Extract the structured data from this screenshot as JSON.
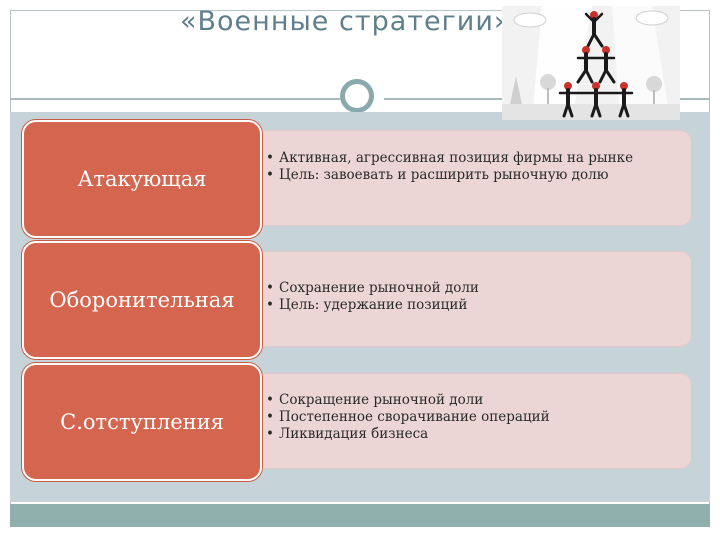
{
  "slide": {
    "title": "«Военные стратегии»",
    "illustration_icon": "human-pyramid-icon"
  },
  "strategies": [
    {
      "label": "Атакующая",
      "points": [
        "Активная, агрессивная позиция фирмы на рынке",
        "Цель: завоевать и расширить рыночную долю"
      ]
    },
    {
      "label": "Оборонительная",
      "points": [
        "Сохранение рыночной доли",
        "Цель: удержание позиций"
      ]
    },
    {
      "label": "С.отступления",
      "points": [
        "Сокращение рыночной доли",
        "Постепенное сворачивание операций",
        "Ликвидация бизнеса"
      ]
    }
  ],
  "colors": {
    "title": "#5f7f8c",
    "category_box": "#d4654f",
    "description_box": "#ebd5d5",
    "panel": "#c6d3d8",
    "footer_bar": "#8fb0ad",
    "accent_ring": "#8aa9ad"
  }
}
